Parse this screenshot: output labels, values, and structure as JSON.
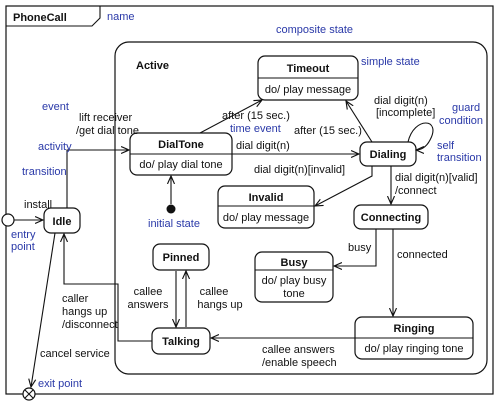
{
  "diagram": {
    "frame_title": "PhoneCall",
    "composite_name": "Active",
    "states": {
      "timeout": {
        "name": "Timeout",
        "activity": "do/ play message"
      },
      "dialtone": {
        "name": "DialTone",
        "activity": "do/ play dial tone"
      },
      "dialing": {
        "name": "Dialing"
      },
      "invalid": {
        "name": "Invalid",
        "activity": "do/ play message"
      },
      "connecting": {
        "name": "Connecting"
      },
      "busy": {
        "name": "Busy",
        "activity_line1": "do/ play busy",
        "activity_line2": "tone"
      },
      "pinned": {
        "name": "Pinned"
      },
      "talking": {
        "name": "Talking"
      },
      "ringing": {
        "name": "Ringing",
        "activity": "do/ play ringing tone"
      },
      "idle": {
        "name": "Idle"
      }
    },
    "transitions": {
      "install": "install",
      "lift_1": "lift receiver",
      "lift_2": "/get dial tone",
      "after_left": "after (15 sec.)",
      "after_right": "after (15 sec.)",
      "dial_digit": "dial digit(n)",
      "dial_invalid": "dial digit(n)[invalid]",
      "dial_incomplete_1": "dial digit(n)",
      "dial_incomplete_2": "[incomplete]",
      "dial_valid_1": "dial digit(n)[valid]",
      "dial_valid_2": "/connect",
      "busy": "busy",
      "connected": "connected",
      "callee_answers_pin_1": "callee",
      "callee_answers_pin_2": "answers",
      "callee_hangs_1": "callee",
      "callee_hangs_2": "hangs up",
      "caller_hangs_1": "caller",
      "caller_hangs_2": "hangs up",
      "caller_hangs_3": "/disconnect",
      "cancel": "cancel service",
      "callee_enable_1": "callee answers",
      "callee_enable_2": "/enable speech"
    },
    "annotations": {
      "name": "name",
      "composite_state": "composite state",
      "simple_state": "simple state",
      "event": "event",
      "activity": "activity",
      "transition": "transition",
      "entry_1": "entry",
      "entry_2": "point",
      "time_event": "time event",
      "guard_1": "guard",
      "guard_2": "condition",
      "self_1": "self",
      "self_2": "transition",
      "initial_state": "initial state",
      "exit_point": "exit point"
    }
  }
}
